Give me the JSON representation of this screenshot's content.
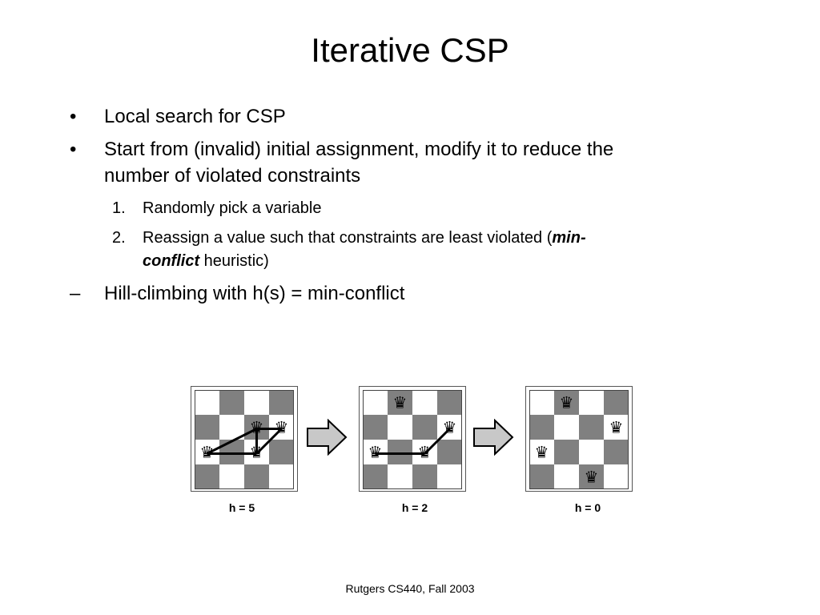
{
  "slide": {
    "title": "Iterative CSP",
    "footer": "Rutgers CS440, Fall 2003"
  },
  "bullets": {
    "b1_marker": "•",
    "b1": "Local search for CSP",
    "b2_marker": "•",
    "b2_line1": "Start from (invalid) initial assignment, modify it to reduce the",
    "b2_line2": "number of violated constraints",
    "s1_marker": "1.",
    "s1": "Randomly pick a variable",
    "s2_marker": "2.",
    "s2_line1_a": "Reassign a value such that constraints are least violated (",
    "s2_line1_b": "min-",
    "s2_line2_a": "conflict",
    "s2_line2_b": " heuristic)",
    "d1_marker": "–",
    "d1": "Hill-climbing with h(s) = min-conflict"
  },
  "diagram": {
    "boards": [
      {
        "label": "h = 5",
        "queens": [
          [
            1,
            2
          ],
          [
            1,
            3
          ],
          [
            2,
            0
          ],
          [
            2,
            2
          ]
        ],
        "conflicts": [
          [
            [
              1,
              2
            ],
            [
              1,
              3
            ]
          ],
          [
            [
              1,
              2
            ],
            [
              2,
              0
            ]
          ],
          [
            [
              1,
              3
            ],
            [
              2,
              2
            ]
          ],
          [
            [
              2,
              0
            ],
            [
              2,
              2
            ]
          ],
          [
            [
              1,
              2
            ],
            [
              2,
              2
            ]
          ]
        ]
      },
      {
        "label": "h = 2",
        "queens": [
          [
            0,
            1
          ],
          [
            1,
            3
          ],
          [
            2,
            0
          ],
          [
            2,
            2
          ]
        ],
        "conflicts": [
          [
            [
              2,
              0
            ],
            [
              2,
              2
            ]
          ],
          [
            [
              2,
              2
            ],
            [
              1,
              3
            ]
          ]
        ]
      },
      {
        "label": "h = 0",
        "queens": [
          [
            0,
            1
          ],
          [
            1,
            3
          ],
          [
            2,
            0
          ],
          [
            3,
            2
          ]
        ],
        "conflicts": []
      }
    ],
    "dark_color": "#808080",
    "light_color": "#ffffff",
    "queen_glyph": "♛",
    "arrow_fill": "#c8c8c8"
  }
}
